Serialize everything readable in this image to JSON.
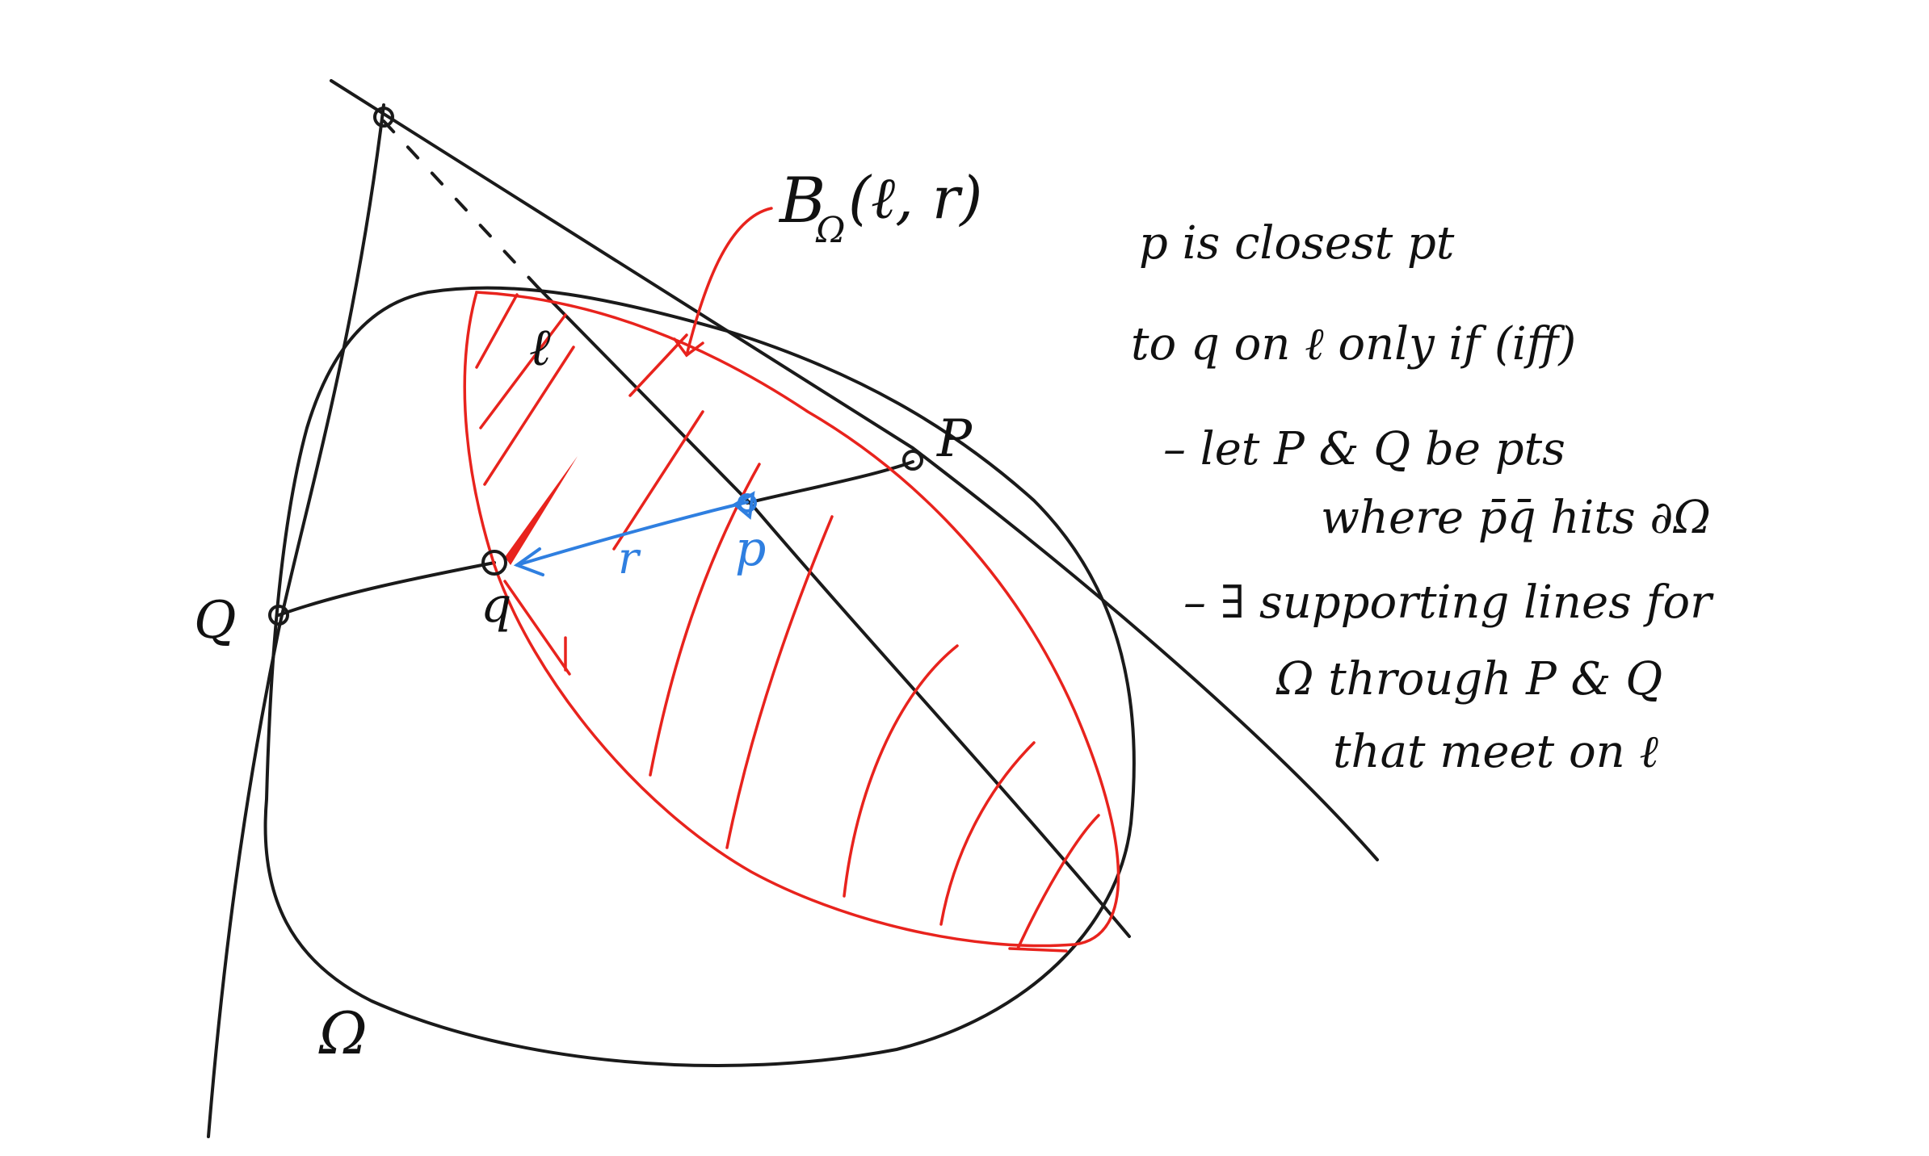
{
  "colors": {
    "ink": "#1a1a1a",
    "red": "#e8231d",
    "blue": "#2f7fe0"
  },
  "labels": {
    "ball": "B_Ω(ℓ, r)",
    "ball_main": "B",
    "ball_sub": "Ω",
    "ball_args": "(ℓ, r)",
    "ell": "ℓ",
    "P": "P",
    "Q": "Q",
    "p": "p",
    "q": "q",
    "r": "r",
    "omega": "Ω"
  },
  "notes": [
    "p is closest pt",
    "to q on ℓ only if (iff)",
    "– let P & Q be pts",
    "where p̄q̄ hits ∂Ω",
    "– ∃ supporting lines for",
    "Ω through P & Q",
    "that meet on ℓ"
  ]
}
